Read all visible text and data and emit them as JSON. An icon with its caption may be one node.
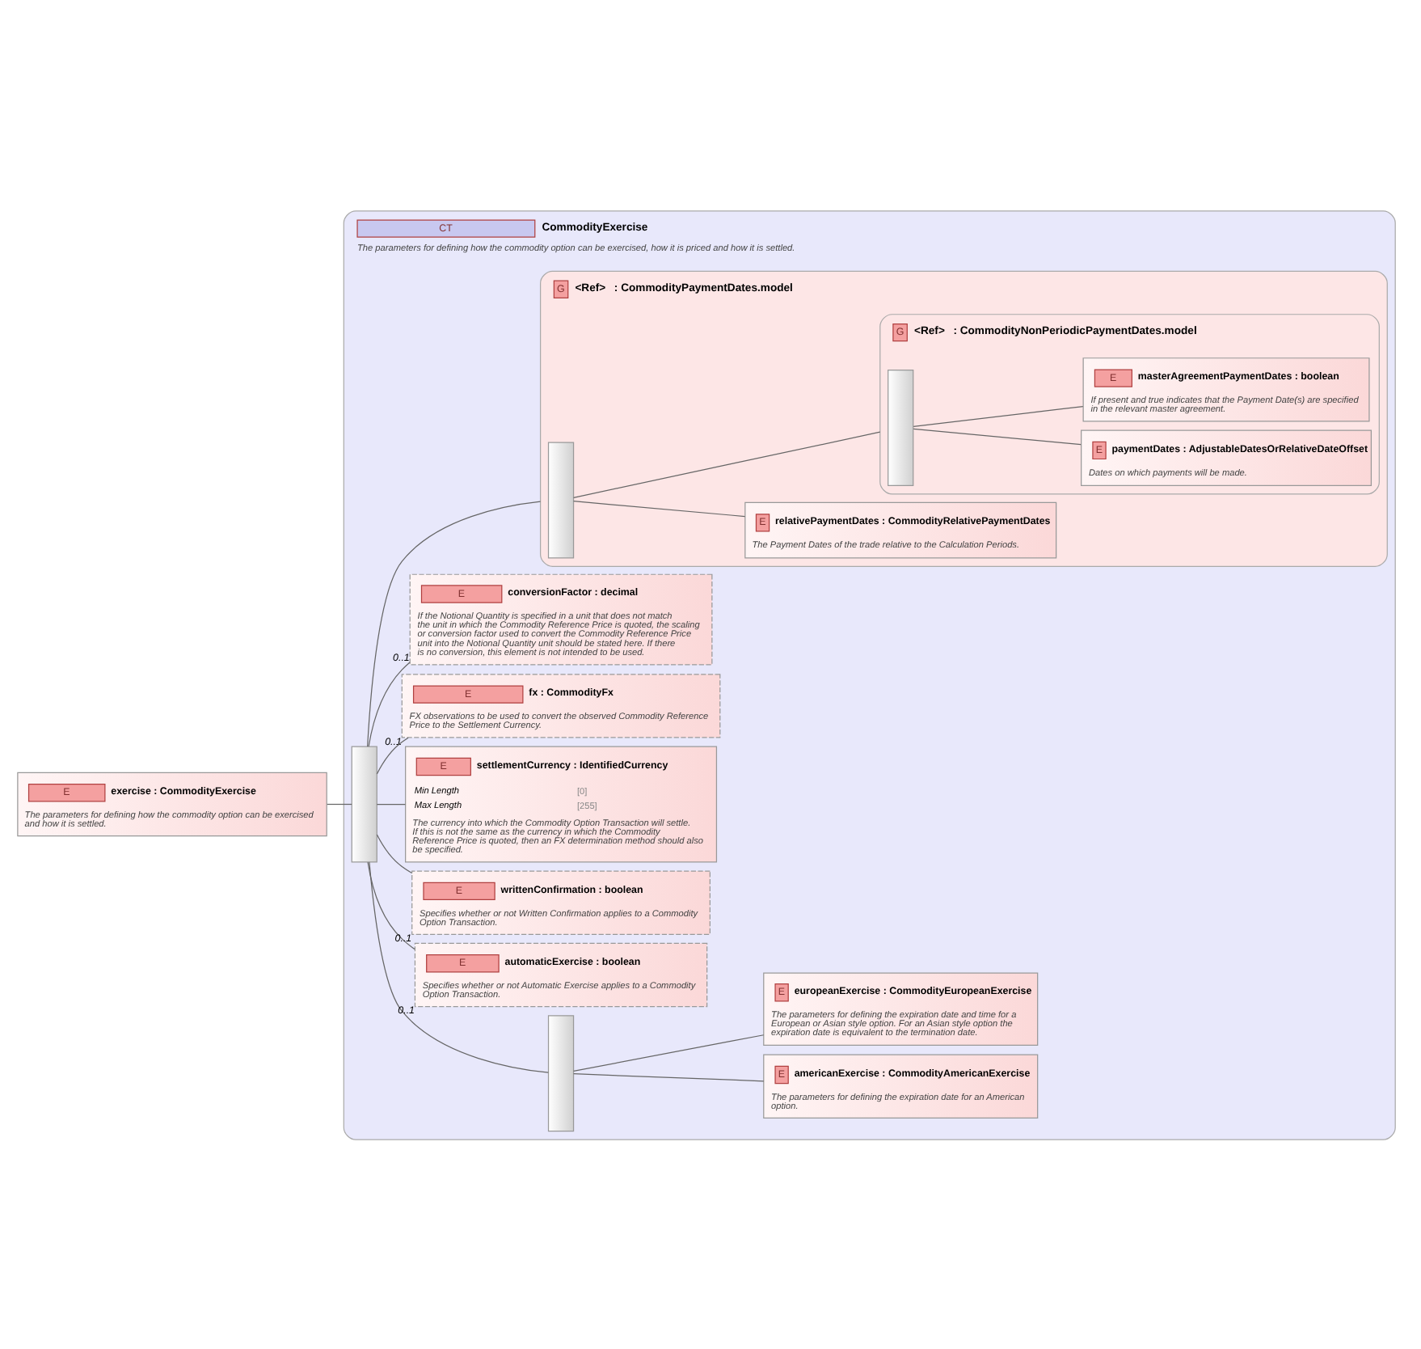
{
  "diagram": {
    "nodes": [
      {
        "text": [
          "E",
          "exercise : CommodityExercise",
          "The parameters for defining how the commodity option can be exercised and how it is settled."
        ]
      },
      {
        "text": [
          "CT",
          "CommodityExercise",
          "The parameters for defining how the commodity option can be exercised, how it is priced and how it is settled."
        ]
      },
      {
        "text": [],
        "shape": "bar",
        "in": 1
      },
      {
        "text": [],
        "shape": "bar",
        "in": 1
      },
      {
        "text": [
          "E",
          "americanExercise : CommodityAmericanExercise",
          "The parameters for defining the expiration date for an American option."
        ],
        "in": 1
      },
      {
        "text": [
          "E",
          "europeanExercise : CommodityEuropeanExercise",
          "The parameters for defining the expiration date and time for a European or Asian style option. For an Asian style option the expiration date is equivalent to the termination date."
        ],
        "in": 1
      },
      {
        "text": [
          "E",
          "automaticExercise : boolean",
          "Specifies whether or not Automatic Exercise applies to a Commodity Option Transaction."
        ],
        "beside": [
          "0..1"
        ],
        "in": 1
      },
      {
        "text": [
          "E",
          "writtenConfirmation : boolean",
          "Specifies whether or not Written Confirmation applies to a Commodity Option Transaction."
        ],
        "beside": [
          "0..1"
        ],
        "in": 1
      },
      {
        "text": [
          "E",
          "settlementCurrency : IdentifiedCurrency",
          "Min Length",
          "[0]",
          "Max Length",
          "[255]",
          "The currency into which the Commodity Option Transaction will settle. If this is not the same as the currency in which the Commodity Reference Price is quoted, then an FX determination method should also be specified."
        ],
        "in": 1
      },
      {
        "text": [
          "E",
          "fx : CommodityFx",
          "FX observations to be used to convert the observed Commodity Reference Price to the Settlement Currency."
        ],
        "beside": [
          "0..1"
        ],
        "in": 1
      },
      {
        "text": [
          "E",
          "conversionFactor : decimal",
          "If the Notional Quantity is specified in a unit that does not match the unit in which the Commodity Reference Price is quoted, the scaling or conversion factor used to convert the Commodity Reference Price unit into the Notional Quantity unit should be stated here. If there is no conversion, this element is not intended to be used."
        ],
        "beside": [
          "0..1"
        ],
        "in": 1
      },
      {
        "text": [
          "G",
          "<Ref>",
          ": CommodityPaymentDates.model"
        ],
        "in": 1
      },
      {
        "text": [],
        "shape": "bar",
        "in": 11
      },
      {
        "text": [
          "E",
          "relativePaymentDates : CommodityRelativePaymentDates",
          "The Payment Dates of the trade relative to the Calculation Periods."
        ],
        "in": 11
      },
      {
        "text": [
          "G",
          "<Ref>",
          ": CommodityNonPeriodicPaymentDates.model"
        ],
        "in": 11
      },
      {
        "text": [],
        "shape": "bar",
        "in": 14
      },
      {
        "text": [
          "E",
          "paymentDates : AdjustableDatesOrRelativeDateOffset",
          "Dates on which payments will be made."
        ],
        "in": 14
      },
      {
        "text": [
          "E",
          "masterAgreementPaymentDates : boolean",
          "If present and true indicates that the Payment Date(s) are specified in the relevant master agreement."
        ],
        "in": 14
      }
    ],
    "edges": [
      {
        "from": 0,
        "to": 2,
        "arrow": "none"
      },
      {
        "from": 2,
        "to": 3,
        "arrow": "none"
      },
      {
        "from": 3,
        "to": 4,
        "arrow": "none"
      },
      {
        "from": 3,
        "to": 5,
        "arrow": "none"
      },
      {
        "from": 2,
        "to": 6,
        "arrow": "none"
      },
      {
        "from": 2,
        "to": 7,
        "arrow": "none"
      },
      {
        "from": 2,
        "to": 8,
        "arrow": "none"
      },
      {
        "from": 2,
        "to": 9,
        "arrow": "none"
      },
      {
        "from": 2,
        "to": 10,
        "arrow": "none"
      },
      {
        "from": 2,
        "to": 11,
        "arrow": "none"
      },
      {
        "from": 12,
        "to": 13,
        "arrow": "none"
      },
      {
        "from": 12,
        "to": 14,
        "arrow": "none"
      },
      {
        "from": 15,
        "to": 16,
        "arrow": "none"
      },
      {
        "from": 15,
        "to": 17,
        "arrow": "none"
      }
    ]
  }
}
